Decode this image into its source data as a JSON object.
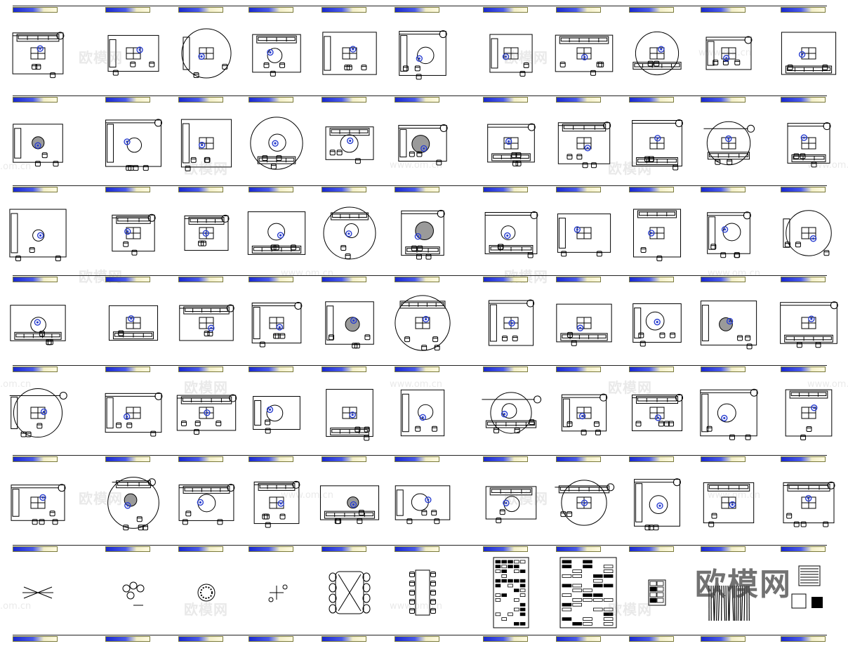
{
  "sheet": {
    "title_strip_text": "",
    "watermark_logo": "欧模网",
    "watermark_url": "www.om.cn",
    "watermark_url_partial": ".om.cn",
    "watermark_big": "欧模网",
    "rows": 7,
    "columns": 11
  },
  "colors": {
    "ink": "#000000",
    "accent": "#2a3fd0",
    "fill_gray": "#9a9a9a",
    "tag_blue": "#1a2ad0",
    "tag_cream": "#fffbe0"
  }
}
